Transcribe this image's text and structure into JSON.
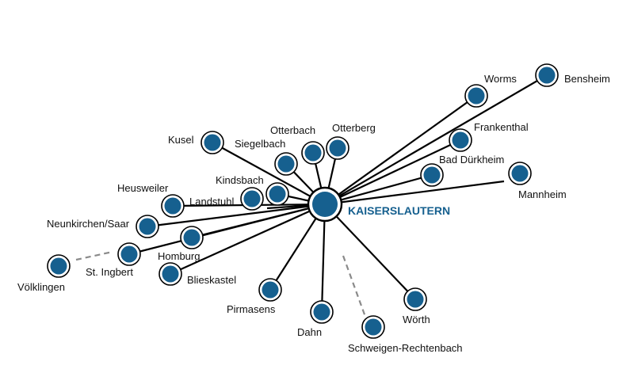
{
  "hub": {
    "label": "KAISERSLAUTERN",
    "color": "#16608f"
  },
  "node_color": "#16608f",
  "line_color": "#000000",
  "dashed_color": "#8a8a8a",
  "stations": [
    {
      "id": "bensheim",
      "label": "Bensheim"
    },
    {
      "id": "worms",
      "label": "Worms"
    },
    {
      "id": "frankenthal",
      "label": "Frankenthal"
    },
    {
      "id": "bad-durkheim",
      "label": "Bad Dürkheim"
    },
    {
      "id": "mannheim",
      "label": "Mannheim"
    },
    {
      "id": "kusel",
      "label": "Kusel"
    },
    {
      "id": "siegelbach",
      "label": "Siegelbach"
    },
    {
      "id": "otterbach",
      "label": "Otterbach"
    },
    {
      "id": "otterberg",
      "label": "Otterberg"
    },
    {
      "id": "kindsbach",
      "label": "Kindsbach"
    },
    {
      "id": "landstuhl",
      "label": "Landstuhl"
    },
    {
      "id": "heusweiler",
      "label": "Heusweiler"
    },
    {
      "id": "neunkirchen",
      "label": "Neunkirchen/Saar"
    },
    {
      "id": "homburg",
      "label": "Homburg"
    },
    {
      "id": "st-ingbert",
      "label": "St. Ingbert"
    },
    {
      "id": "volklingen",
      "label": "Völklingen"
    },
    {
      "id": "blieskastel",
      "label": "Blieskastel"
    },
    {
      "id": "pirmasens",
      "label": "Pirmasens"
    },
    {
      "id": "dahn",
      "label": "Dahn"
    },
    {
      "id": "schweigen",
      "label": "Schweigen-Rechtenbach"
    },
    {
      "id": "worth",
      "label": "Wörth"
    }
  ]
}
